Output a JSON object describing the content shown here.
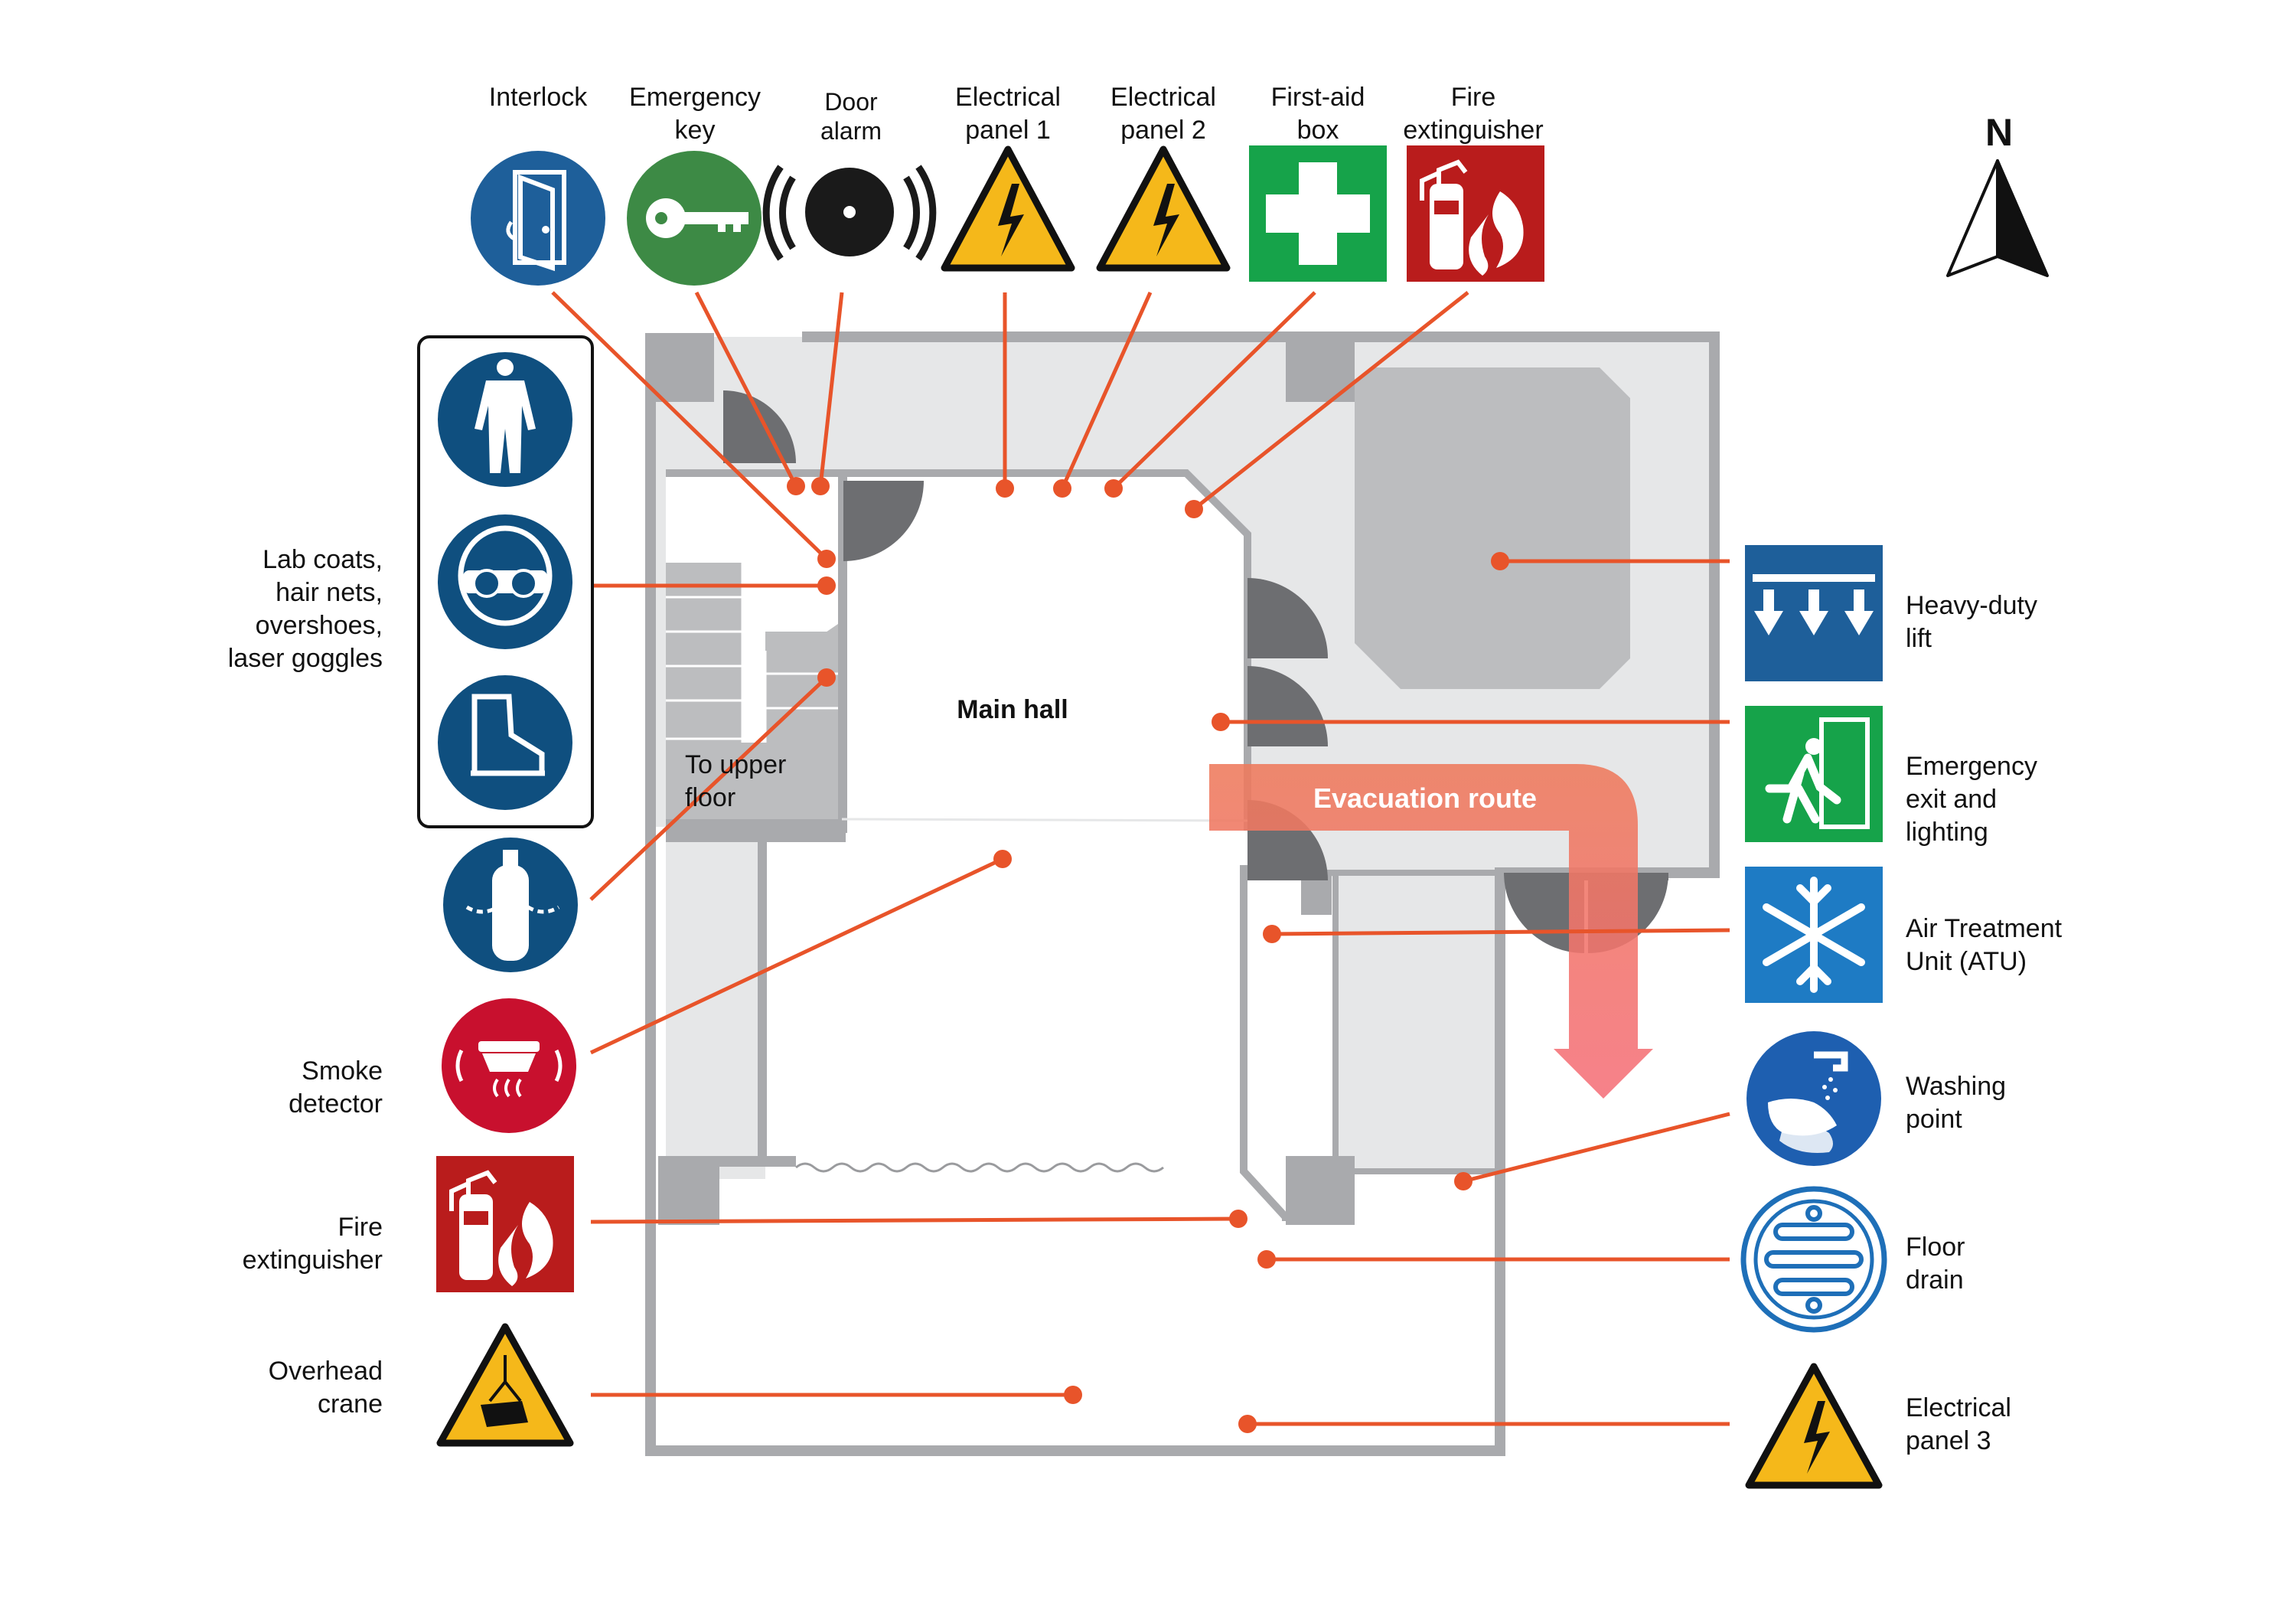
{
  "title": "",
  "rooms": {
    "main_hall": "Main hall",
    "upper_floor": "To upper\nfloor",
    "evacuation": "Evacuation route"
  },
  "compass": {
    "north": "N"
  },
  "top_icons": [
    {
      "id": "interlock",
      "label": "Interlock",
      "icon": "door-interlock-icon",
      "color": "#1e5f9a"
    },
    {
      "id": "emergency_key",
      "label": "Emergency\nkey",
      "icon": "key-icon",
      "color": "#3d8a45"
    },
    {
      "id": "door_alarm",
      "label": "Door\nalarm",
      "icon": "alarm-bell-icon",
      "color": "#222222"
    },
    {
      "id": "electrical_panel_1",
      "label": "Electrical\npanel 1",
      "icon": "electrical-hazard-icon",
      "color": "#f5b81a"
    },
    {
      "id": "electrical_panel_2",
      "label": "Electrical\npanel 2",
      "icon": "electrical-hazard-icon",
      "color": "#f5b81a"
    },
    {
      "id": "first_aid",
      "label": "First-aid\nbox",
      "icon": "first-aid-icon",
      "color": "#16a34a"
    },
    {
      "id": "fire_ext_top",
      "label": "Fire\nextinguisher",
      "icon": "fire-extinguisher-icon",
      "color": "#b91c1c"
    }
  ],
  "left_icons": [
    {
      "id": "ppe",
      "label": "Lab coats,\nhair nets,\novershoes,\nlaser goggles",
      "icons": [
        "lab-coat-icon",
        "goggles-icon",
        "overshoes-icon"
      ],
      "color": "#0f4f7f"
    },
    {
      "id": "gas_cylinder",
      "label": "",
      "icon": "gas-cylinder-icon",
      "color": "#0f4f7f"
    },
    {
      "id": "smoke_detector",
      "label": "Smoke\ndetector",
      "icon": "smoke-detector-icon",
      "color": "#c8102e"
    },
    {
      "id": "fire_ext_left",
      "label": "Fire\nextinguisher",
      "icon": "fire-extinguisher-icon",
      "color": "#b91c1c"
    },
    {
      "id": "overhead_crane",
      "label": "Overhead\ncrane",
      "icon": "overhead-crane-icon",
      "color": "#f5b81a"
    }
  ],
  "right_icons": [
    {
      "id": "lift",
      "label": "Heavy-duty\nlift",
      "icon": "lift-arrows-icon",
      "color": "#1e5f9a"
    },
    {
      "id": "emergency_exit",
      "label": "Emergency\nexit and\nlighting",
      "icon": "emergency-exit-icon",
      "color": "#16a34a"
    },
    {
      "id": "atu",
      "label": "Air Treatment\nUnit (ATU)",
      "icon": "snowflake-icon",
      "color": "#1e7bc4"
    },
    {
      "id": "washing",
      "label": "Washing\npoint",
      "icon": "hand-washing-icon",
      "color": "#1e5fb0"
    },
    {
      "id": "floor_drain",
      "label": "Floor\ndrain",
      "icon": "floor-drain-icon",
      "color": "#1e6fb8"
    },
    {
      "id": "electrical_panel_3",
      "label": "Electrical\npanel 3",
      "icon": "electrical-hazard-icon",
      "color": "#f5b81a"
    }
  ],
  "colors": {
    "leader": "#e8542a",
    "wall": "#a9aaad",
    "floor_gray": "#e6e7e8",
    "block_gray": "#bcbdbf",
    "door": "#6d6e71",
    "route": "#f26a6a"
  }
}
